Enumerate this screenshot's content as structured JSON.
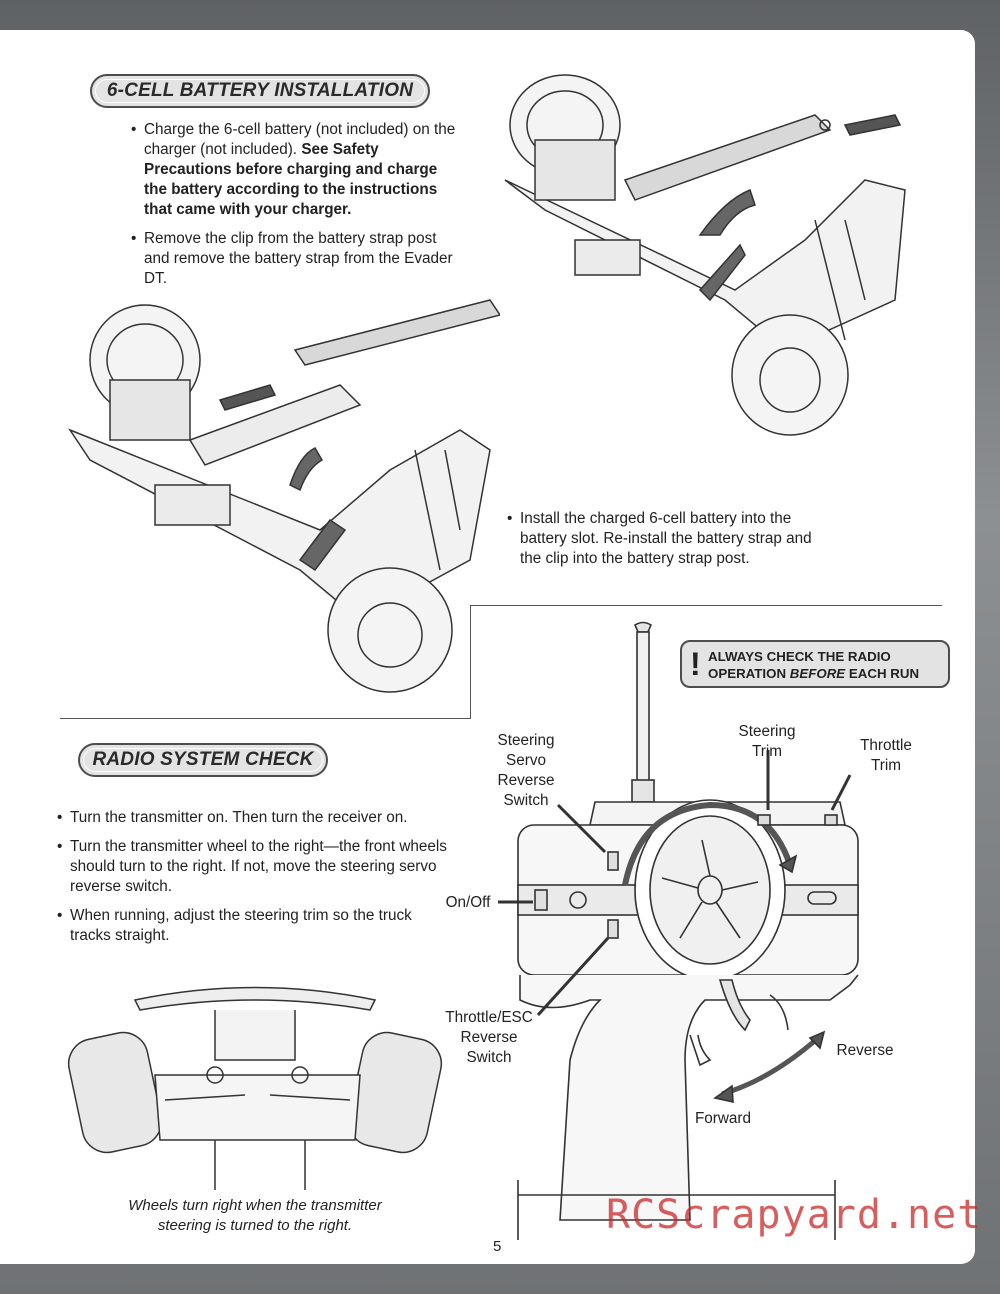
{
  "battery_section": {
    "title": "6-CELL BATTERY INSTALLATION",
    "bullet1_normal": "Charge the 6-cell battery (not included) on the charger (not included). ",
    "bullet1_bold": "See Safety Precautions before charging and charge the battery according to the instructions that came with your charger.",
    "bullet2": "Remove the clip from the battery strap post and remove the battery strap from the Evader DT.",
    "bullet3": "Install the charged 6-cell battery into the battery slot. Re-install the battery strap and the clip into the battery strap post."
  },
  "warning": {
    "line1": "ALWAYS CHECK THE RADIO",
    "line2_pre": "OPERATION ",
    "line2_em": "BEFORE",
    "line2_post": " EACH RUN",
    "mark": "!"
  },
  "radio_section": {
    "title": "RADIO SYSTEM CHECK",
    "bullets": [
      "Turn the transmitter on. Then turn the receiver on.",
      "Turn the transmitter wheel to the right—the front wheels should turn to the right. If not, move the steering servo reverse switch.",
      "When running, adjust the steering trim so the truck tracks straight."
    ],
    "caption_line1": "Wheels turn right when the transmitter",
    "caption_line2": "steering is turned to the right."
  },
  "transmitter_labels": {
    "servo_reverse": [
      "Steering",
      "Servo",
      "Reverse",
      "Switch"
    ],
    "steering_trim": [
      "Steering",
      "Trim"
    ],
    "throttle_trim": [
      "Throttle",
      "Trim"
    ],
    "on_off": "On/Off",
    "esc_reverse": [
      "Throttle/ESC",
      "Reverse",
      "Switch"
    ],
    "reverse": "Reverse",
    "forward": "Forward"
  },
  "page_number": "5",
  "watermark": "RCScrapyard.net"
}
